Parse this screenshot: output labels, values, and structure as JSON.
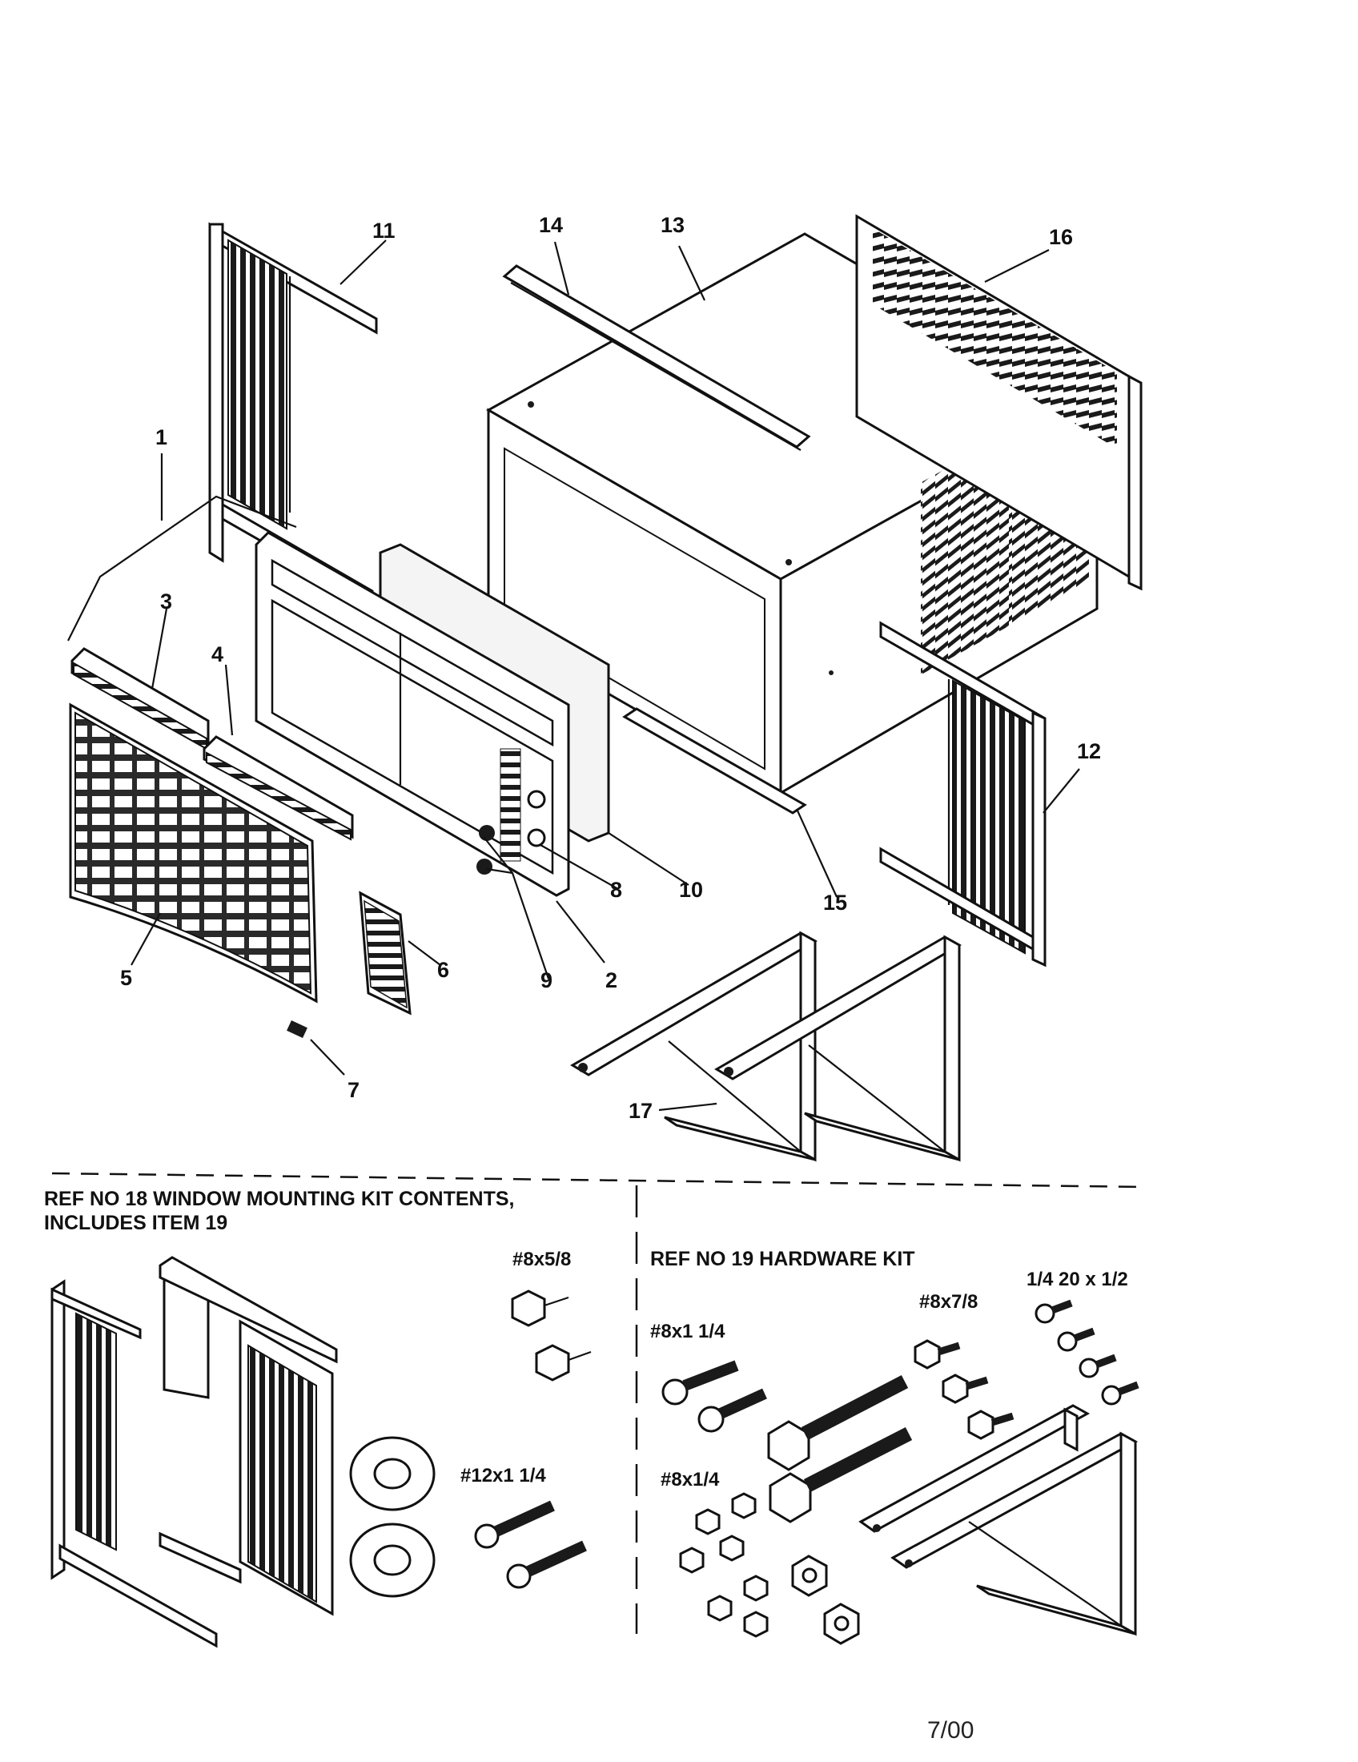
{
  "callouts": {
    "c1": "1",
    "c2": "2",
    "c3": "3",
    "c4": "4",
    "c5": "5",
    "c6": "6",
    "c7": "7",
    "c8": "8",
    "c9": "9",
    "c10": "10",
    "c11": "11",
    "c12": "12",
    "c13": "13",
    "c14": "14",
    "c15": "15",
    "c16": "16",
    "c17": "17"
  },
  "kit18": {
    "line1": "REF NO 18 WINDOW MOUNTING KIT CONTENTS,",
    "line2": "INCLUDES ITEM 19",
    "screw_a": "#8x5/8",
    "screw_b": "#12x1 1/4"
  },
  "kit19": {
    "title": "REF NO 19 HARDWARE KIT",
    "screw_a": "#8x1 1/4",
    "screw_b": "#8x7/8",
    "screw_c": "1/4 20 x 1/2",
    "screw_d": "#8x1/4"
  },
  "footer": {
    "date": "7/00"
  }
}
